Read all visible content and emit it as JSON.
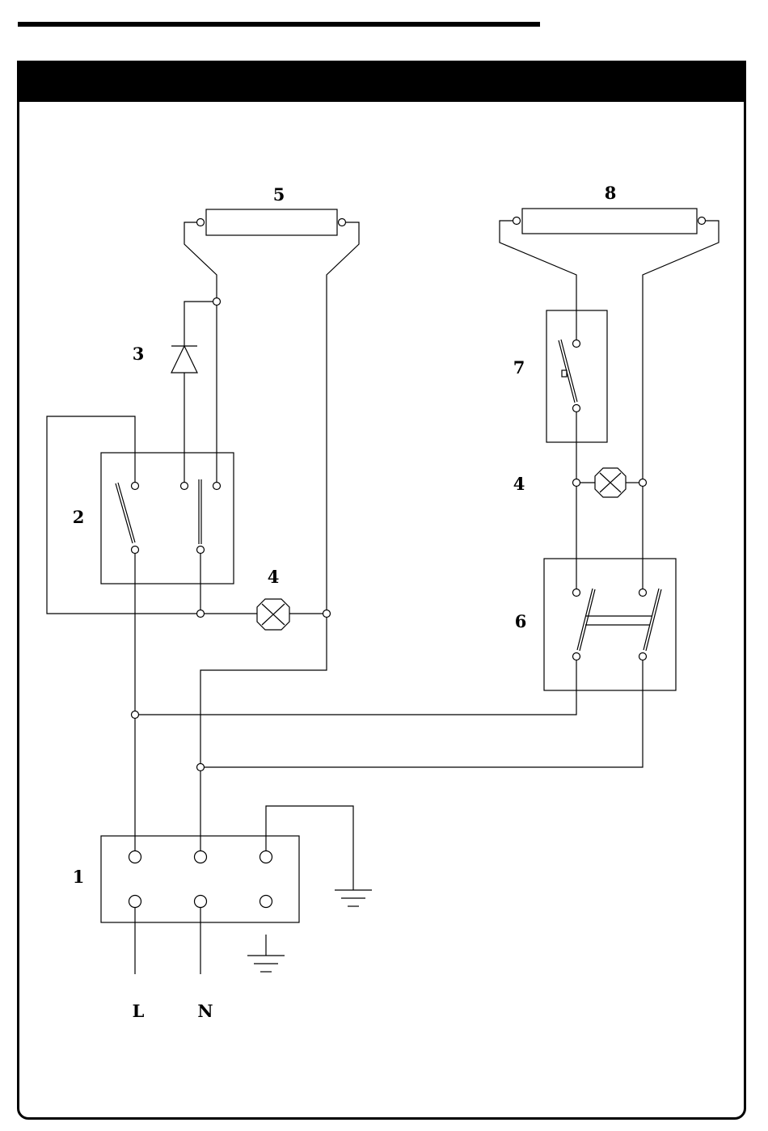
{
  "header": {
    "title": ""
  },
  "labels": {
    "terminal_block": "1",
    "double_switch": "2",
    "diode": "3",
    "lamp_left": "4",
    "lamp_right": "4",
    "tube_left": "5",
    "double_pole_switch": "6",
    "starter_switch": "7",
    "tube_right": "8",
    "line": "L",
    "neutral": "N"
  }
}
